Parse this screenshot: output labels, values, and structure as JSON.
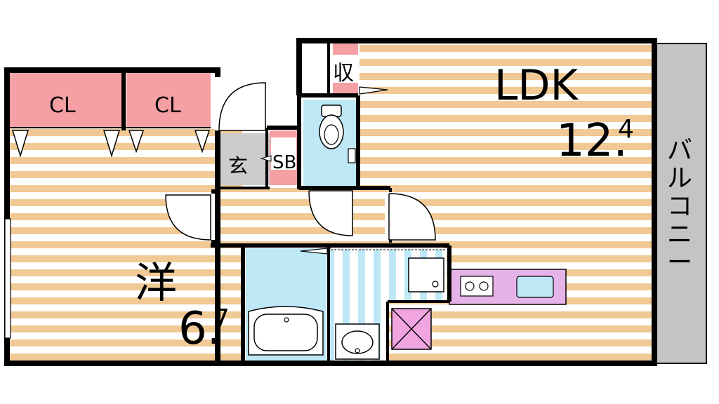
{
  "rooms": {
    "ldk": {
      "name": "LDK",
      "size_main": "12.",
      "size_sub": "4"
    },
    "western": {
      "name": "洋",
      "size_main": "6.",
      "size_sub": "7"
    },
    "entrance": {
      "name": "玄"
    },
    "shoe_box": {
      "name": "SB"
    },
    "storage": {
      "name": "収"
    },
    "closet_left": {
      "name": "CL"
    },
    "closet_right": {
      "name": "CL"
    },
    "balcony": {
      "name": "バルコニー"
    }
  },
  "colors": {
    "wood_stripe": "#f1c995",
    "wall": "#000000",
    "closet": "#f5a0a5",
    "wet_area": "#bfe8f7",
    "kitchen": "#e6b3e8",
    "balcony": "#c4c4c4",
    "entrance_floor": "#cccccc"
  }
}
